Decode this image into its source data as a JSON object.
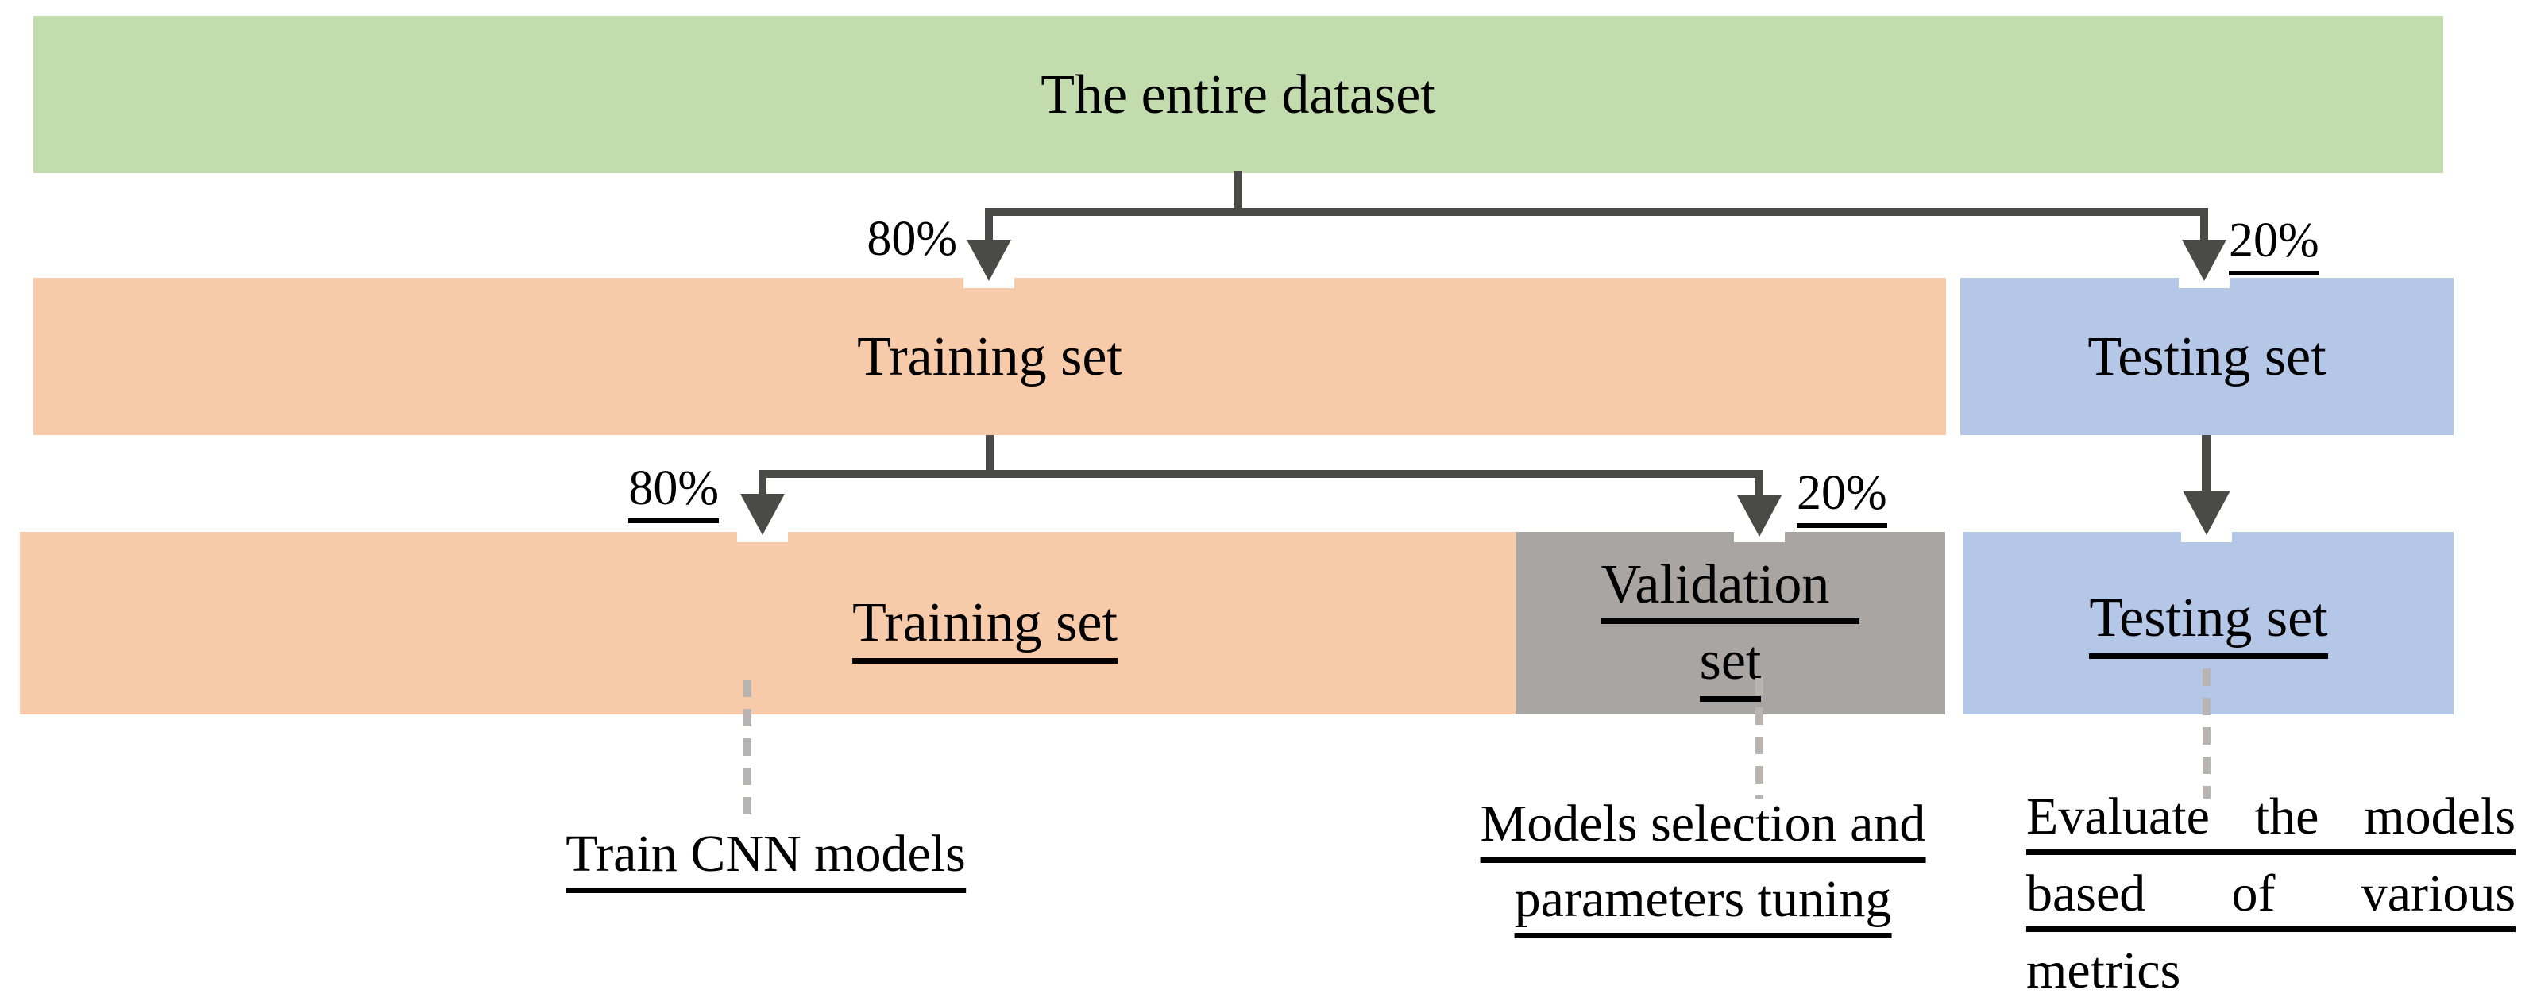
{
  "root": {
    "label": "The entire dataset"
  },
  "split1": {
    "left_pct": "80%",
    "right_pct": "20%"
  },
  "level2": {
    "training_label": "Training set",
    "testing_label": "Testing set"
  },
  "split2": {
    "left_pct": "80%",
    "right_pct": "20%"
  },
  "level3": {
    "training_label": "Training set",
    "validation_line1": "Validation",
    "validation_line2": "set",
    "testing_label": "Testing set"
  },
  "annotations": {
    "training": "Train CNN models",
    "validation_line1": "Models selection and",
    "validation_line2": "parameters tuning",
    "evaluate_line1": "Evaluate the models",
    "evaluate_line2": "based of various",
    "evaluate_line3": "metrics"
  },
  "colors": {
    "green": "#c3dcae",
    "orange": "#f7caa9",
    "blue": "#b4c7e7",
    "gray": "#a8a5a2",
    "line": "#4a4a48",
    "dash": "#b7b4b1",
    "text": "#000000",
    "bg": "#ffffff"
  }
}
